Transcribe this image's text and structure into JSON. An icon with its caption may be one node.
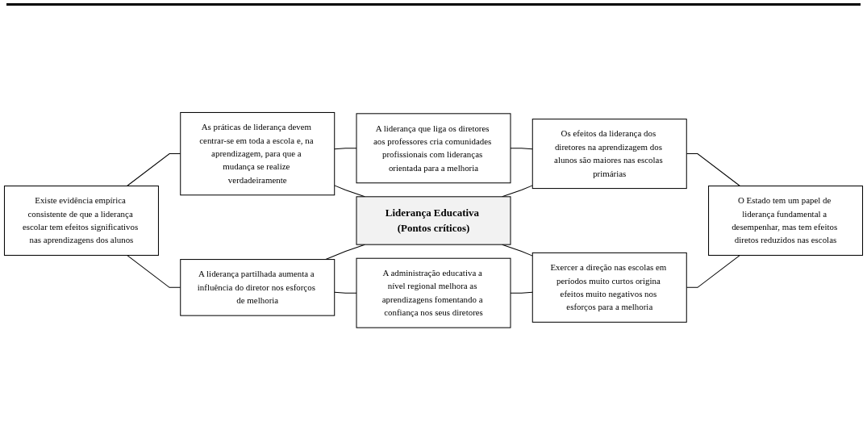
{
  "diagram": {
    "nodes": [
      {
        "text": [
          "Existe evidência empírica consistente de que a liderança escolar tem efeitos significativos nas aprendizagens dos alunos"
        ]
      },
      {
        "text": [
          "As práticas de liderança devem centrar-se em toda a escola e, na aprendizagem, para que a mudança se realize verdadeiramente"
        ]
      },
      {
        "text": [
          "A liderança que liga os diretores aos professores cria comunidades profissionais com lideranças orientada para a melhoria"
        ]
      },
      {
        "text": [
          "A liderança partilhada aumenta a influência do diretor nos esforços de melhoria"
        ]
      },
      {
        "text": [
          "Liderança Educativa (Pontos críticos)"
        ]
      },
      {
        "text": [
          "Os efeitos da liderança dos diretores na aprendizagem dos alunos são maiores nas escolas primárias"
        ]
      },
      {
        "text": [
          "A administração educativa a nível regional melhora as aprendizagens fomentando a confiança nos seus diretores"
        ]
      },
      {
        "text": [
          "Exercer a direção nas escolas em períodos muito curtos origina efeitos muito negativos nos esforços para a melhoria"
        ]
      },
      {
        "text": [
          "O Estado tem um papel de liderança fundamental a desempenhar, mas tem efeitos diretos reduzidos nas escolas"
        ]
      }
    ],
    "edges": [
      {
        "from": 0,
        "to": 1,
        "arrow": "none"
      },
      {
        "from": 1,
        "to": 2,
        "arrow": "none"
      },
      {
        "from": 0,
        "to": 3,
        "arrow": "none"
      },
      {
        "from": 1,
        "to": 4,
        "arrow": "none"
      },
      {
        "from": 2,
        "to": 5,
        "arrow": "none"
      },
      {
        "from": 3,
        "to": 4,
        "arrow": "none"
      },
      {
        "from": 4,
        "to": 5,
        "arrow": "none"
      },
      {
        "from": 3,
        "to": 6,
        "arrow": "none"
      },
      {
        "from": 4,
        "to": 7,
        "arrow": "none"
      },
      {
        "from": 5,
        "to": 8,
        "arrow": "none"
      },
      {
        "from": 6,
        "to": 7,
        "arrow": "none"
      },
      {
        "from": 7,
        "to": 8,
        "arrow": "none"
      }
    ]
  }
}
